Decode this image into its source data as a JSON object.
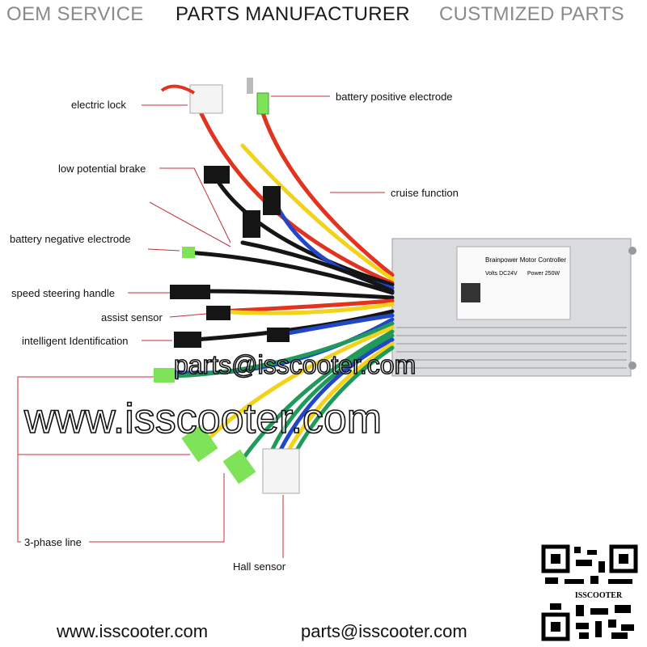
{
  "header": {
    "items": [
      {
        "text": "OEM SERVICE",
        "color": "#8a8a8a"
      },
      {
        "text": "PARTS MANUFACTURER",
        "color": "#1a1a1a"
      },
      {
        "text": "CUSTMIZED PARTS",
        "color": "#8a8a8a"
      }
    ]
  },
  "diagram": {
    "labels": {
      "electric_lock": "electric lock",
      "battery_positive": "battery positive electrode",
      "low_brake": "low potential brake",
      "cruise": "cruise function",
      "battery_negative": "battery negative electrode",
      "speed_handle": "speed steering handle",
      "assist_sensor": "assist sensor",
      "intelligent_id": "intelligent Identification",
      "three_phase": "3-phase line",
      "hall_sensor": "Hall sensor"
    },
    "controller": {
      "title": "Brainpower Motor Controller",
      "volts": "Volts DC24V",
      "power": "Power 250W"
    },
    "leader_color": "#c0303a",
    "wire_colors": {
      "red": "#e2331f",
      "yellow": "#f3d21a",
      "blue": "#2346c8",
      "green": "#1f9a5a",
      "black": "#151515",
      "connector_green": "#7fe35a"
    }
  },
  "watermark": {
    "line1": "www.isscooter.com",
    "line2": "parts@isscooter.com"
  },
  "qr": {
    "caption": "ISSCOOTER"
  },
  "footer": {
    "website": "www.isscooter.com",
    "email": "parts@isscooter.com"
  }
}
